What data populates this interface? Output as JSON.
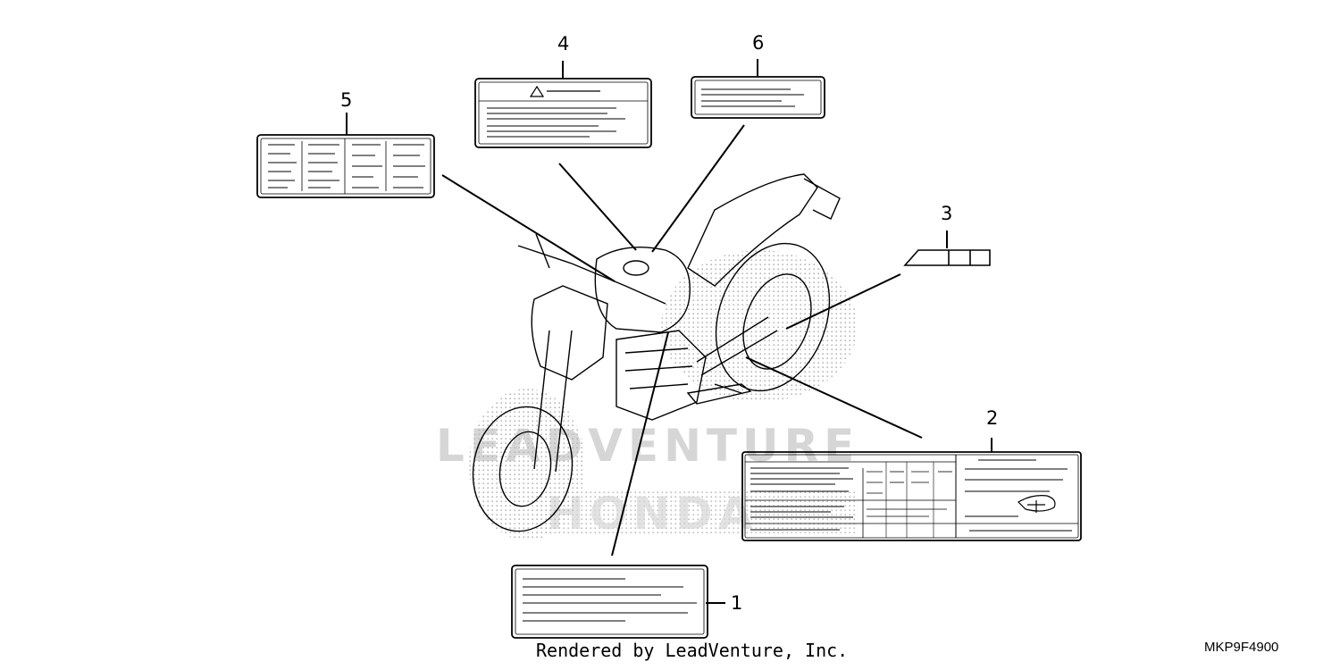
{
  "colors": {
    "line": "#000000",
    "watermark": "#d6d6d6",
    "stipple": "#bdbdbd"
  },
  "callouts": [
    {
      "id": "1",
      "part": "caution-label-1"
    },
    {
      "id": "2",
      "part": "caution-label-2"
    },
    {
      "id": "3",
      "part": "caution-label-3"
    },
    {
      "id": "4",
      "part": "caution-label-4"
    },
    {
      "id": "5",
      "part": "caution-label-5"
    },
    {
      "id": "6",
      "part": "caution-label-6"
    }
  ],
  "watermark": {
    "top": "LEADVENTURE",
    "bottom": "HONDA"
  },
  "footer": {
    "rendered_by": "Rendered by LeadVenture, Inc.",
    "diagram_code": "MKP9F4900"
  }
}
